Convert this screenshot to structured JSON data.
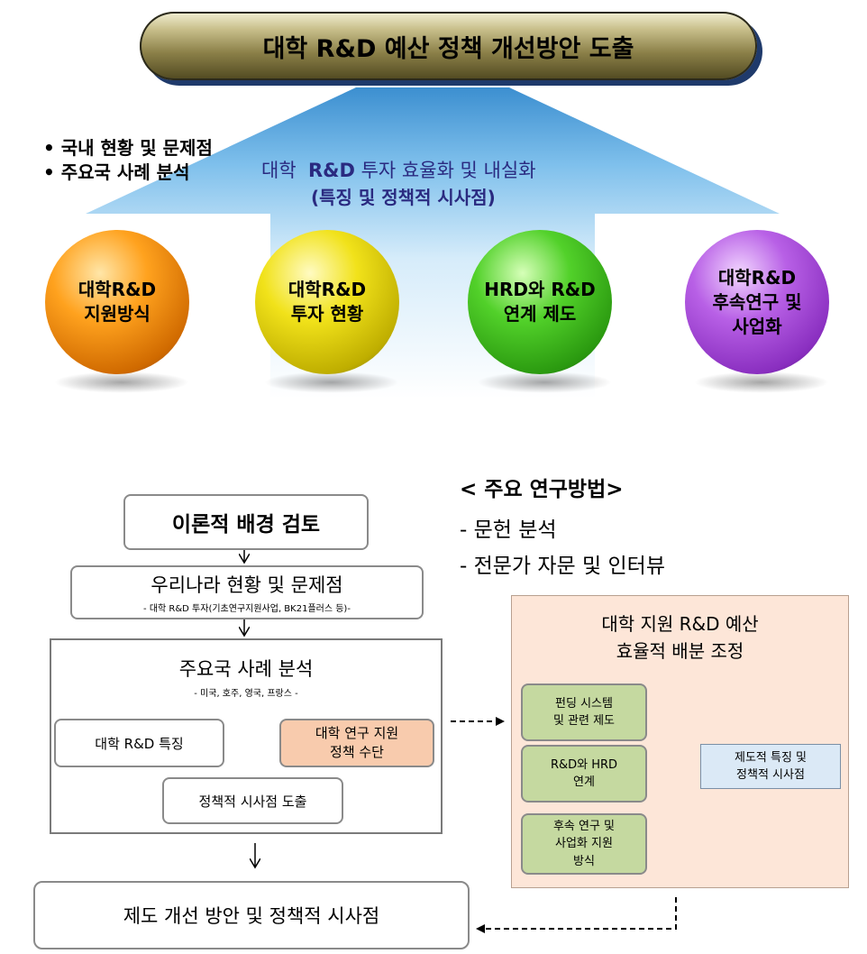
{
  "banner": {
    "title": "대학 R&D 예산 정책 개선방안 도출"
  },
  "bullets": [
    "국내 현황 및 문제점",
    "주요국 사례 분석"
  ],
  "arrow": {
    "line1_prefix": "대학",
    "line1_bold": "R&D",
    "line1_suffix": "투자 효율화 및 내실화",
    "line2": "(특징 및 정책적 시사점)"
  },
  "spheres": [
    {
      "lines": [
        "대학R&D",
        "지원방식"
      ],
      "color": "#f39200"
    },
    {
      "lines": [
        "대학R&D",
        "투자 현황"
      ],
      "color": "#e3d400"
    },
    {
      "lines": [
        "HRD와 R&D",
        "연계 제도"
      ],
      "color": "#3fb61a"
    },
    {
      "lines": [
        "대학R&D",
        "후속연구 및",
        "사업화"
      ],
      "color": "#9f45d6"
    }
  ],
  "methods": {
    "title": "< 주요 연구방법>",
    "items": [
      "- 문헌 분석",
      "- 전문가 자문 및 인터뷰"
    ]
  },
  "flow": {
    "theory": "이론적 배경 검토",
    "korea_title": "우리나라 현황 및 문제점",
    "korea_sub": "- 대학 R&D 투자(기초연구지원사업, BK21플러스 등)-",
    "cases_title": "주요국 사례 분석",
    "cases_sub": "- 미국, 호주, 영국, 프랑스 -",
    "univ_feature": "대학 R&D 특징",
    "policy_tool": [
      "대학 연구 지원",
      "정책 수단"
    ],
    "implication": "정책적 시사점 도출",
    "final": "제도 개선 방안 및 정책적 시사점"
  },
  "panel": {
    "title": [
      "대학 지원 R&D 예산",
      "효율적 배분 조정"
    ],
    "green": [
      [
        "펀딩 시스템",
        "및 관련 제도"
      ],
      [
        "R&D와 HRD",
        "연계"
      ],
      [
        "후속 연구 및",
        "사업화 지원",
        "방식"
      ]
    ],
    "center": [
      "제도적 특징 및",
      "정책적 시사점"
    ]
  }
}
